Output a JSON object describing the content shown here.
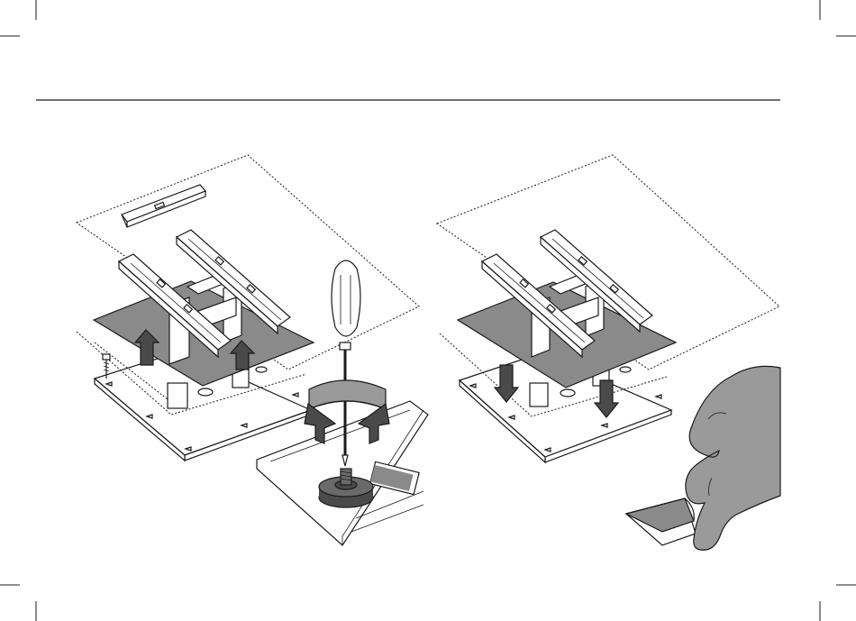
{
  "colors": {
    "ink": "#1a1a1a",
    "plate": "#8a8a8a",
    "arrow": "#4a4a4a",
    "paper": "#ffffff",
    "hand": "#9a9a9a"
  },
  "figures": [
    {
      "name": "left-panel",
      "steps": [
        "lift-plate",
        "tighten-screw"
      ]
    },
    {
      "name": "right-panel",
      "steps": [
        "lower-plate",
        "apply-adhesive-pad"
      ]
    }
  ]
}
